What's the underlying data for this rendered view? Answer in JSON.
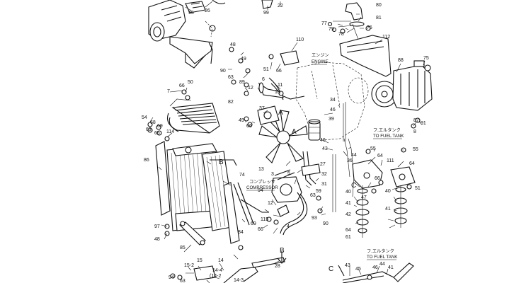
{
  "callouts": {
    "c95": "95",
    "c26": "26",
    "c99": "99",
    "c22": "22",
    "c80": "80",
    "c81": "81",
    "c77": "77",
    "c79": "79",
    "c78": "78",
    "c76": "76",
    "c110": "110",
    "c112": "112",
    "c48a": "48",
    "c49a": "49",
    "c90": "90",
    "c63a": "63",
    "c51": "51",
    "c66a": "66",
    "c88": "88",
    "c75": "75",
    "c50": "50",
    "c66b": "66",
    "c7": "7",
    "c82": "82",
    "c89": "89",
    "c12a": "12",
    "c6": "6",
    "c11": "11",
    "c10": "10",
    "c34": "34",
    "c46a": "46",
    "c39": "39",
    "c37": "37",
    "c49b": "49",
    "c66c": "66",
    "c54": "54",
    "c68": "68",
    "c69": "69",
    "c63b": "63",
    "c65": "65",
    "c114": "114",
    "c87": "87",
    "c91": "91",
    "c8": "8",
    "c46b": "46",
    "c43a": "43",
    "c55a": "55",
    "c44": "44",
    "c64a": "64",
    "c55b": "55",
    "c86": "86",
    "c74": "74",
    "c13": "13",
    "c3": "3",
    "c27": "27",
    "c32": "32",
    "c31": "31",
    "c5": "5",
    "c59": "59",
    "c111": "111",
    "c36": "36",
    "c64b": "64",
    "c66d": "66",
    "c40a": "40",
    "c47": "47",
    "c51b": "51",
    "c94": "94",
    "c63c": "63",
    "c12b": "12",
    "c115": "115",
    "c41a": "41",
    "c42": "42",
    "c41b": "41",
    "c40b": "40",
    "c64c": "64",
    "c61": "61",
    "c97": "97",
    "c48b": "48",
    "c69b": "69",
    "c66e": "66",
    "c84": "84",
    "c4": "4",
    "c93": "93",
    "c90b": "90",
    "c85": "85",
    "c15": "15",
    "c15_2": "15-2",
    "c14": "14",
    "c14_4": "14-4",
    "c14_2": "(14-2",
    "c14_3": "14-3",
    "c94b": "94",
    "c63d": "63",
    "c28": "28",
    "c43b": "43",
    "c45": "45",
    "c46c": "46",
    "c44b": "44",
    "c41c": "41"
  },
  "labels": {
    "engine_jp": "エンジン",
    "engine_en": "ENGINE",
    "fuel_tank_jp1": "フ.エルタンク",
    "fuel_tank_en1": "TO FUEL TANK",
    "fuel_tank_jp2": "フ.エルタンク",
    "fuel_tank_en2": "TO FUEL TANK",
    "compressor_jp": "コンプレッサ",
    "compressor_en": "COMPRESSOR",
    "marker_A1": "A",
    "marker_A2": "A",
    "marker_B1": "B",
    "marker_B2": "B",
    "marker_C1": "C",
    "marker_C2": "C"
  }
}
